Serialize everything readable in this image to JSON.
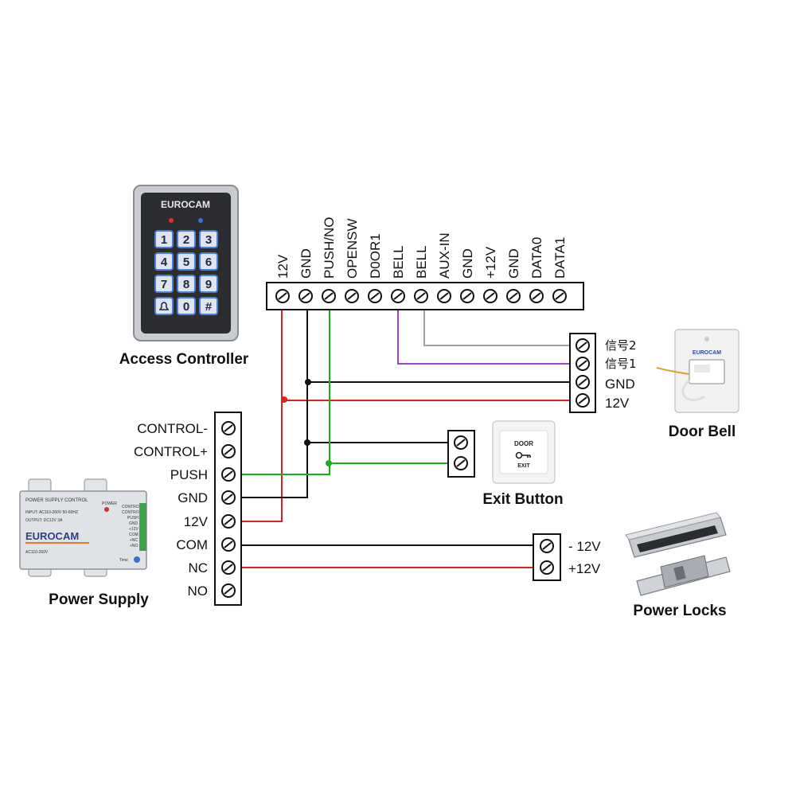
{
  "colors": {
    "wire_red": "#e02020",
    "wire_black": "#111111",
    "wire_green": "#19b019",
    "wire_purple": "#a040c8",
    "wire_gray": "#a0a0a0",
    "keypad_blue": "#4a7fd8",
    "brand_orange": "#e0782a"
  },
  "controller": {
    "caption": "Access Controller",
    "brand": "EUROCAM",
    "keys": [
      "1",
      "2",
      "3",
      "4",
      "5",
      "6",
      "7",
      "8",
      "9",
      "bell",
      "0",
      "#"
    ],
    "terminals": [
      "12V",
      "GND",
      "PUSH/NO",
      "OPENSW",
      "D0OR1",
      "BELL",
      "BELL",
      "AUX-IN",
      "GND",
      "+12V",
      "GND",
      "DATA0",
      "DATA1"
    ]
  },
  "door_bell": {
    "caption": "Door Bell",
    "brand": "EUROCAM",
    "terminals": [
      "信号2",
      "信号1",
      "GND",
      "12V"
    ]
  },
  "exit_button": {
    "caption": "Exit Button",
    "face_top": "DOOR",
    "face_bottom": "EXIT"
  },
  "power_supply": {
    "caption": "Power Supply",
    "brand": "EUROCAM",
    "panel_title": "POWER SUPPLY CONTROL",
    "input_text": "INPUT: AC110-260V 50-60HZ",
    "output_text": "OUTPUT: DC12V  3A",
    "power_led_label": "POWER",
    "model_text": "AC110-260V",
    "side_labels": [
      "CONTROL-",
      "CONTROL+",
      "PUSH",
      "GND",
      "+12V",
      "COM",
      "+NC",
      "+NO"
    ],
    "time_label": "Time",
    "terminals": [
      "CONTROL-",
      "CONTROL+",
      "PUSH",
      "GND",
      "12V",
      "COM",
      "NC",
      "NO"
    ]
  },
  "power_locks": {
    "caption": "Power Locks",
    "terminals": [
      "- 12V",
      "+12V"
    ]
  }
}
